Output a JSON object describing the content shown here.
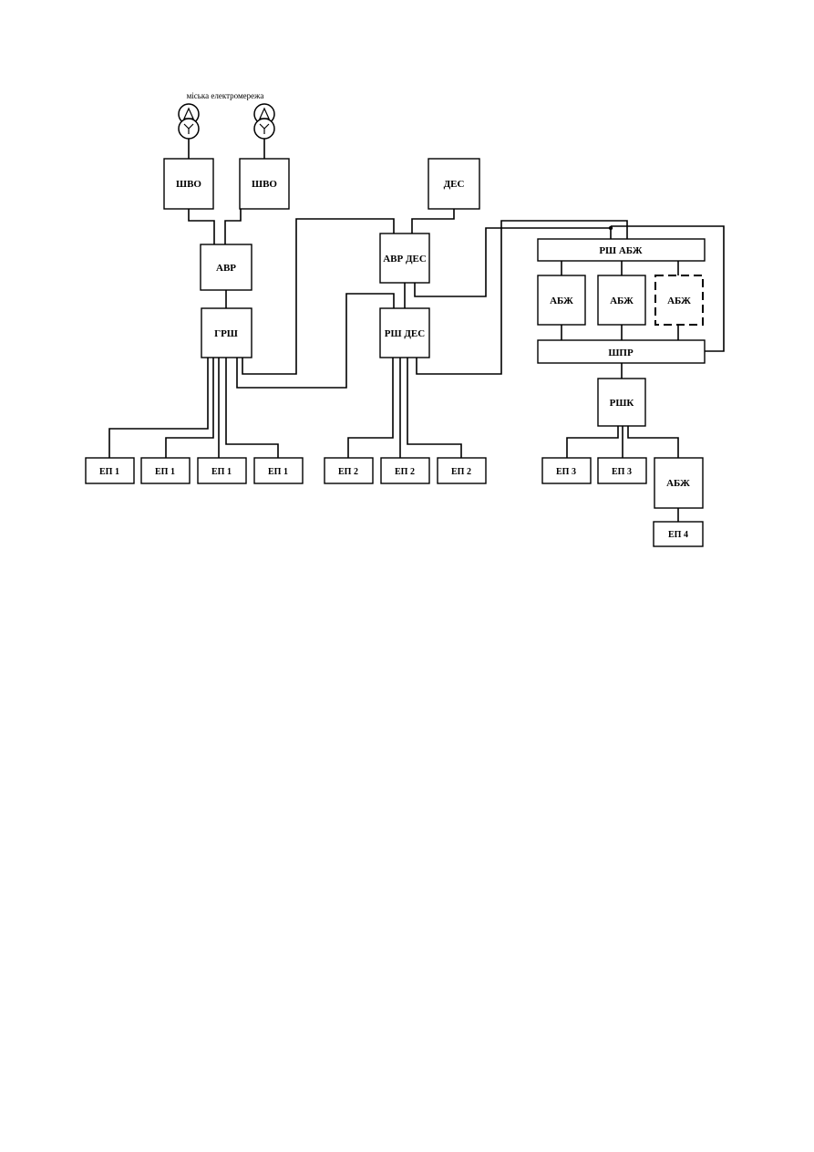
{
  "diagram": {
    "title": "міська електромережа",
    "labels": {
      "shvo1": "ШВО",
      "shvo2": "ШВО",
      "des": "ДЕС",
      "avr": "АВР",
      "avr_des": "АВР ДЕС",
      "grsh": "ГРШ",
      "rsh_des": "РШ ДЕС",
      "rsh_abzh": "РШ АБЖ",
      "abzh1": "АБЖ",
      "abzh2": "АБЖ",
      "abzh3": "АБЖ",
      "shpr": "ШПР",
      "rshk": "РШК",
      "abzh4": "АБЖ",
      "ep1a": "ЕП 1",
      "ep1b": "ЕП 1",
      "ep1c": "ЕП 1",
      "ep1d": "ЕП 1",
      "ep2a": "ЕП 2",
      "ep2b": "ЕП 2",
      "ep2c": "ЕП 2",
      "ep3a": "ЕП 3",
      "ep3b": "ЕП 3",
      "ep4": "ЕП 4"
    }
  }
}
